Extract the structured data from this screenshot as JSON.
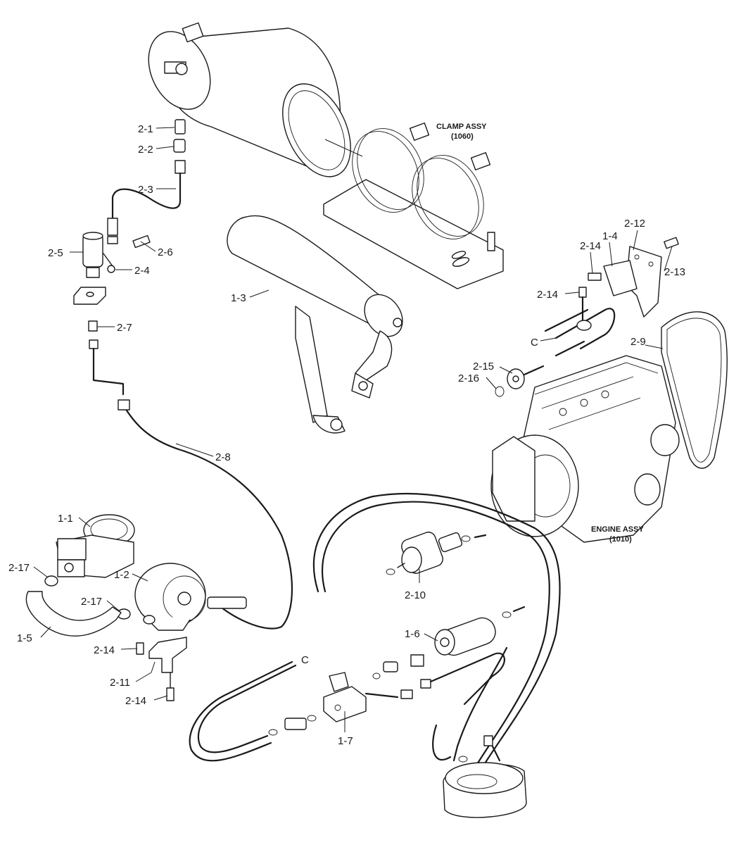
{
  "labels": {
    "p2_1": "2-1",
    "p2_2": "2-2",
    "p2_3": "2-3",
    "p2_4": "2-4",
    "p2_5": "2-5",
    "p2_6": "2-6",
    "p2_7": "2-7",
    "p2_8": "2-8",
    "p2_9": "2-9",
    "p2_10": "2-10",
    "p2_11": "2-11",
    "p2_12": "2-12",
    "p2_13": "2-13",
    "p2_14a": "2-14",
    "p2_14b": "2-14",
    "p2_14c": "2-14",
    "p2_14d": "2-14",
    "p2_15": "2-15",
    "p2_16": "2-16",
    "p2_17a": "2-17",
    "p2_17b": "2-17",
    "p1_1": "1-1",
    "p1_2": "1-2",
    "p1_3": "1-3",
    "p1_4": "1-4",
    "p1_5": "1-5",
    "p1_6": "1-6",
    "p1_7": "1-7",
    "c_top": "C",
    "c_bottom": "C"
  },
  "assemblies": {
    "clamp_title": "CLAMP ASSY",
    "clamp_code": "(1060)",
    "engine_title": "ENGINE ASSY",
    "engine_code": "(1010)"
  }
}
